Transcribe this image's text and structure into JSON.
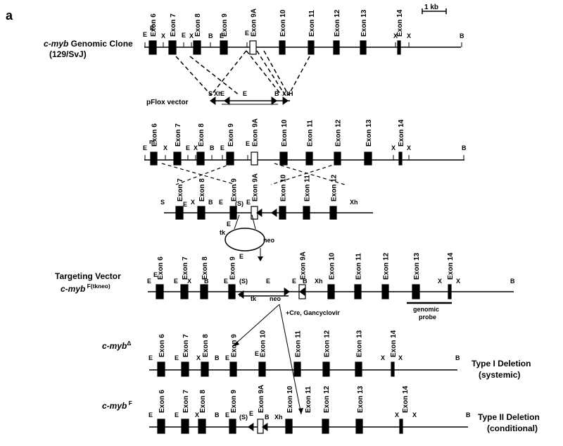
{
  "panel_label": "a",
  "scale_bar_label": "1 kb",
  "rows": [
    {
      "name_parts": [
        {
          "t": "c-myb",
          "italic": true
        },
        {
          "t": " Genomic Clone",
          "italic": false
        }
      ],
      "subtitle": "(129/SvJ)",
      "exons": [
        "Exon 6",
        "Exon 7",
        "Exon 8",
        "Exon 9",
        "Exon 9A",
        "Exon 10",
        "Exon 11",
        "Exon 12",
        "Exon 13",
        "Exon 14"
      ],
      "sites": [
        "E",
        "E",
        "X",
        "E",
        "X",
        "B",
        "E",
        "E",
        "X",
        "X",
        "B"
      ]
    },
    {
      "name_parts": [],
      "subtitle": "",
      "exons": [
        "Exon 6",
        "Exon 7",
        "Exon 8",
        "Exon 9",
        "Exon 9A",
        "Exon 10",
        "Exon 11",
        "Exon 12",
        "Exon 13",
        "Exon 14"
      ],
      "sites": [
        "E",
        "m",
        "X",
        "E",
        "X",
        "B",
        "E",
        "E",
        "X",
        "X",
        "B"
      ]
    },
    {
      "name_parts": [],
      "subtitle": "",
      "exons": [
        "Exon 7",
        "Exon 8",
        "Exon 9",
        "Exon 9A",
        "Exon 10",
        "Exon 11",
        "Exon 12"
      ],
      "sites": [
        "S",
        "E",
        "X",
        "B",
        "E",
        "(S)",
        "E",
        "Xh"
      ]
    },
    {
      "name_parts": [
        {
          "t": "Targeting Vector",
          "italic": false
        }
      ],
      "subtitle_parts": [
        {
          "t": "c-myb",
          "italic": true
        },
        {
          "t": " F(tkneo)",
          "italic": false,
          "sup": true
        }
      ],
      "exons": [
        "Exon 6",
        "Exon 7",
        "Exon 8",
        "Exon 9",
        "Exon 9A",
        "Exon 10",
        "Exon 11",
        "Exon 12",
        "Exon 13",
        "Exon 14"
      ],
      "sites": [
        "E",
        "E",
        "E",
        "X",
        "B",
        "E",
        "(S)",
        "E",
        "E",
        "B",
        "Xh",
        "X",
        "X",
        "B"
      ],
      "cassette_labels": [
        "tk",
        "neo"
      ]
    },
    {
      "name_parts": [
        {
          "t": "c-myb",
          "italic": true
        },
        {
          "t": "Δ",
          "italic": false,
          "sup": true
        }
      ],
      "exons": [
        "Exon 6",
        "Exon 7",
        "Exon 8",
        "Exon 9",
        "Exon 10",
        "Exon 11",
        "Exon 12",
        "Exon 13",
        "Exon 14"
      ],
      "sites": [
        "E",
        "E",
        "X",
        "B",
        "E",
        "E",
        "X",
        "X",
        "B"
      ],
      "side_label": [
        "Type I Deletion",
        "(systemic)"
      ]
    },
    {
      "name_parts": [
        {
          "t": "c-myb",
          "italic": true
        },
        {
          "t": " F",
          "italic": false,
          "sup": true
        }
      ],
      "exons": [
        "Exon 6",
        "Exon 7",
        "Exon 8",
        "Exon 9",
        "Exon 9A",
        "Exon 10",
        "Exon 11",
        "Exon 12",
        "Exon 13",
        "Exon 14"
      ],
      "sites": [
        "E",
        "E",
        "X",
        "B",
        "E",
        "(S)",
        "E",
        "B",
        "Xh",
        "X",
        "X",
        "B"
      ],
      "side_label": [
        "Type II Deletion",
        "(conditional)"
      ]
    }
  ],
  "pflox_label": "pFlox vector",
  "pflox_sites": [
    "S",
    "Xh",
    "E",
    "E",
    "B",
    "Xh",
    "H"
  ],
  "circle_labels": [
    "tk",
    "neo",
    "E",
    "E"
  ],
  "genomic_probe": [
    "genomic",
    "probe"
  ],
  "cre_label": "+Cre, Gancyclovir"
}
